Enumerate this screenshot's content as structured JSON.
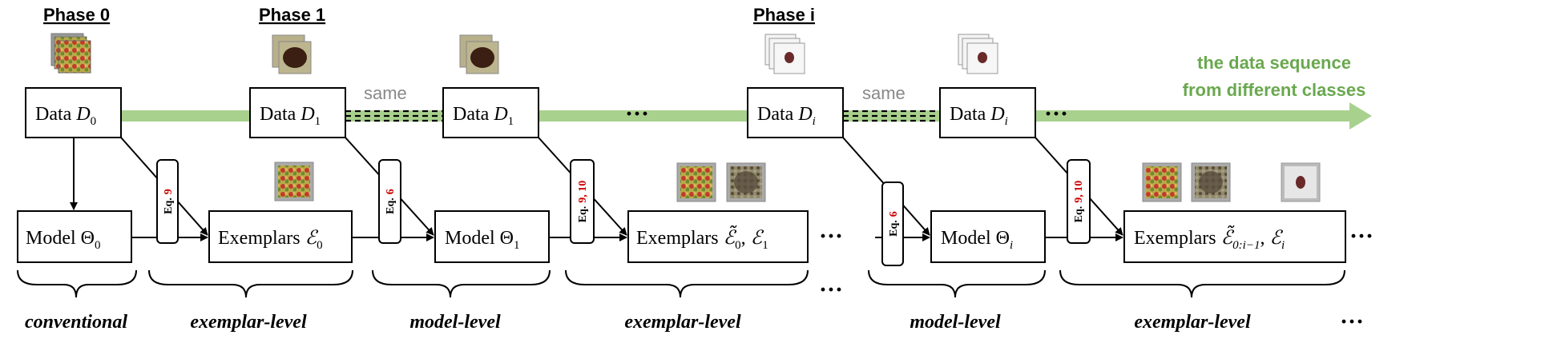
{
  "phases": [
    "Phase 0",
    "Phase 1",
    "Phase i"
  ],
  "data_boxes": [
    "D0",
    "D1",
    "D1",
    "Di",
    "Di"
  ],
  "data_prefix": "Data",
  "model_prefix": "Model",
  "exemplar_prefix": "Exemplars",
  "same_label": "same",
  "sequence_label": {
    "line1": "the data sequence",
    "line2": "from different classes"
  },
  "equations": [
    {
      "prefix": "Eq.",
      "refs": "9"
    },
    {
      "prefix": "Eq.",
      "refs": "6"
    },
    {
      "prefix": "Eq.",
      "refs": "9, 10"
    },
    {
      "prefix": "Eq.",
      "refs": "6"
    },
    {
      "prefix": "Eq.",
      "refs": "9, 10"
    }
  ],
  "levels": [
    "conventional",
    "exemplar-level",
    "model-level",
    "exemplar-level",
    "model-level",
    "exemplar-level"
  ],
  "ellipsis": "···",
  "colors": {
    "sequence_arrow": "#a9d18e",
    "sequence_text": "#6aa84f",
    "same_text": "#888888",
    "eq_ref": "#cc0000"
  }
}
